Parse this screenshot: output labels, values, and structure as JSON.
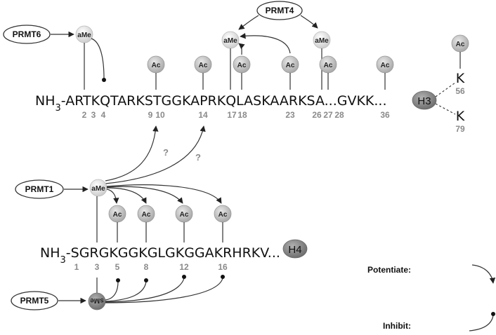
{
  "enzymes": {
    "prmt6": "PRMT6",
    "prmt4": "PRMT4",
    "prmt1": "PRMT1",
    "prmt5": "PRMT5"
  },
  "marks": {
    "amet": "aMe",
    "acetyl": "Ac",
    "smet": "sMe"
  },
  "h3": {
    "prefix": "NH",
    "sub": "3",
    "sequence": "-ARTKQTARKSTGGKAPRKQLASKAARKSA...GVKK...",
    "label": "H3",
    "positions": [
      "2",
      "3",
      "4",
      "9",
      "10",
      "14",
      "17",
      "18",
      "23",
      "26",
      "27",
      "28",
      "36"
    ],
    "branch": [
      {
        "residue": "K",
        "position": "56"
      },
      {
        "residue": "K",
        "position": "79"
      }
    ]
  },
  "h4": {
    "prefix": "NH",
    "sub": "3",
    "sequence": "-SGRGKGGKGLGKGGAKRHRKV...",
    "label": "H4",
    "positions": [
      "1",
      "3",
      "5",
      "8",
      "12",
      "16"
    ]
  },
  "unknown": "?",
  "legend": {
    "potentiate": "Potentiate:",
    "inhibit": "Inhibit:"
  }
}
